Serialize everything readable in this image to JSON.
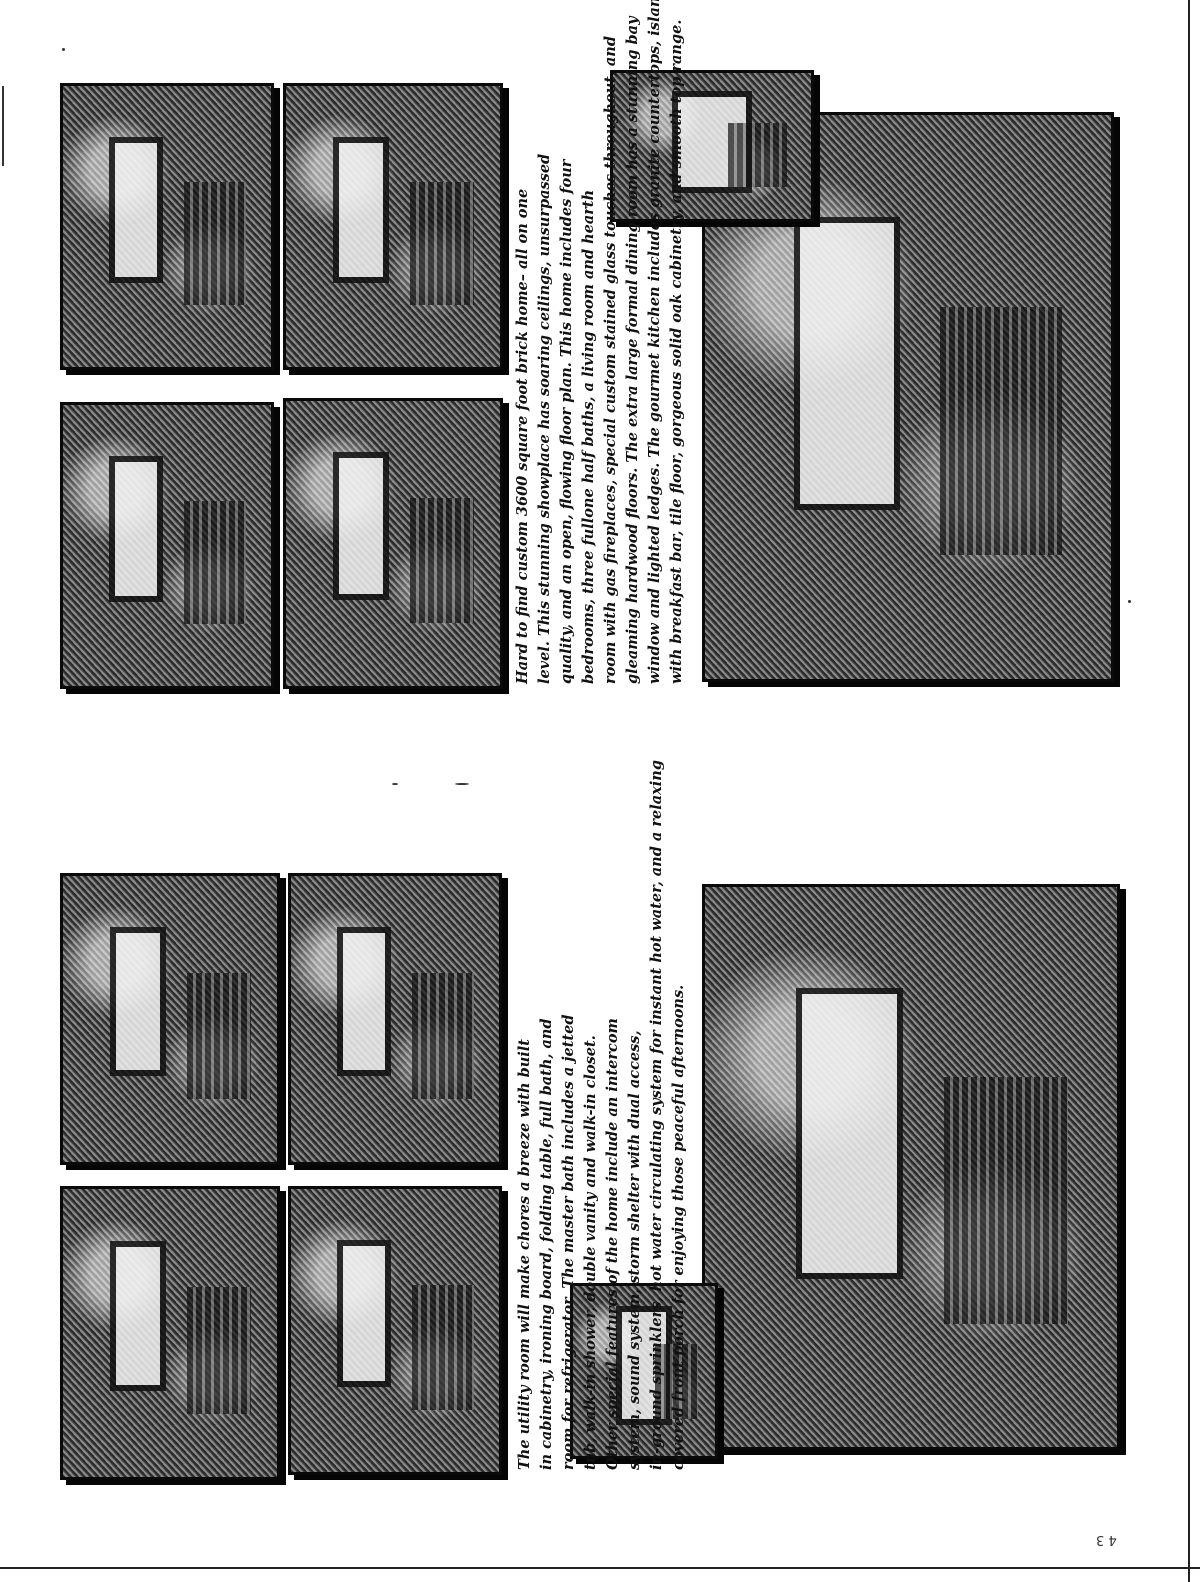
{
  "page": {
    "page_number": "4 3"
  },
  "upper_spread": {
    "caption_lines": [
      "Hard to find custom 3600 square foot brick home– all on one",
      "level. This stunning showplace has soaring ceilings, unsurpassed",
      "quality, and an open, flowing floor plan. This home includes four",
      "bedrooms, three fullone half baths, a living room and hearth",
      "room with gas fireplaces, special custom stained glass touches throughout, and",
      "gleaming hardwood floors. The extra large formal dining room has a stunning bay",
      "window and lighted ledges. The gourmet kitchen includes granite countertops, island",
      "with breakfast bar, tile floor, gorgeous solid oak cabinetry, and smooth top range."
    ]
  },
  "lower_spread": {
    "caption_lines": [
      "The utility room will make chores a breeze with built",
      "in cabinetry, ironing board, folding table, full bath, and",
      "room for refrigerator. The master bath includes a jetted",
      "tub, walk-in shower, double vanity and walk-in closet.",
      "Other special features of the home include an intercom",
      "system, sound system, storm shelter with dual access,",
      "in-ground sprinklers, hot water circulating system for instant hot water, and a relaxing",
      "covered front porch for enjoying those peaceful afternoons."
    ]
  }
}
